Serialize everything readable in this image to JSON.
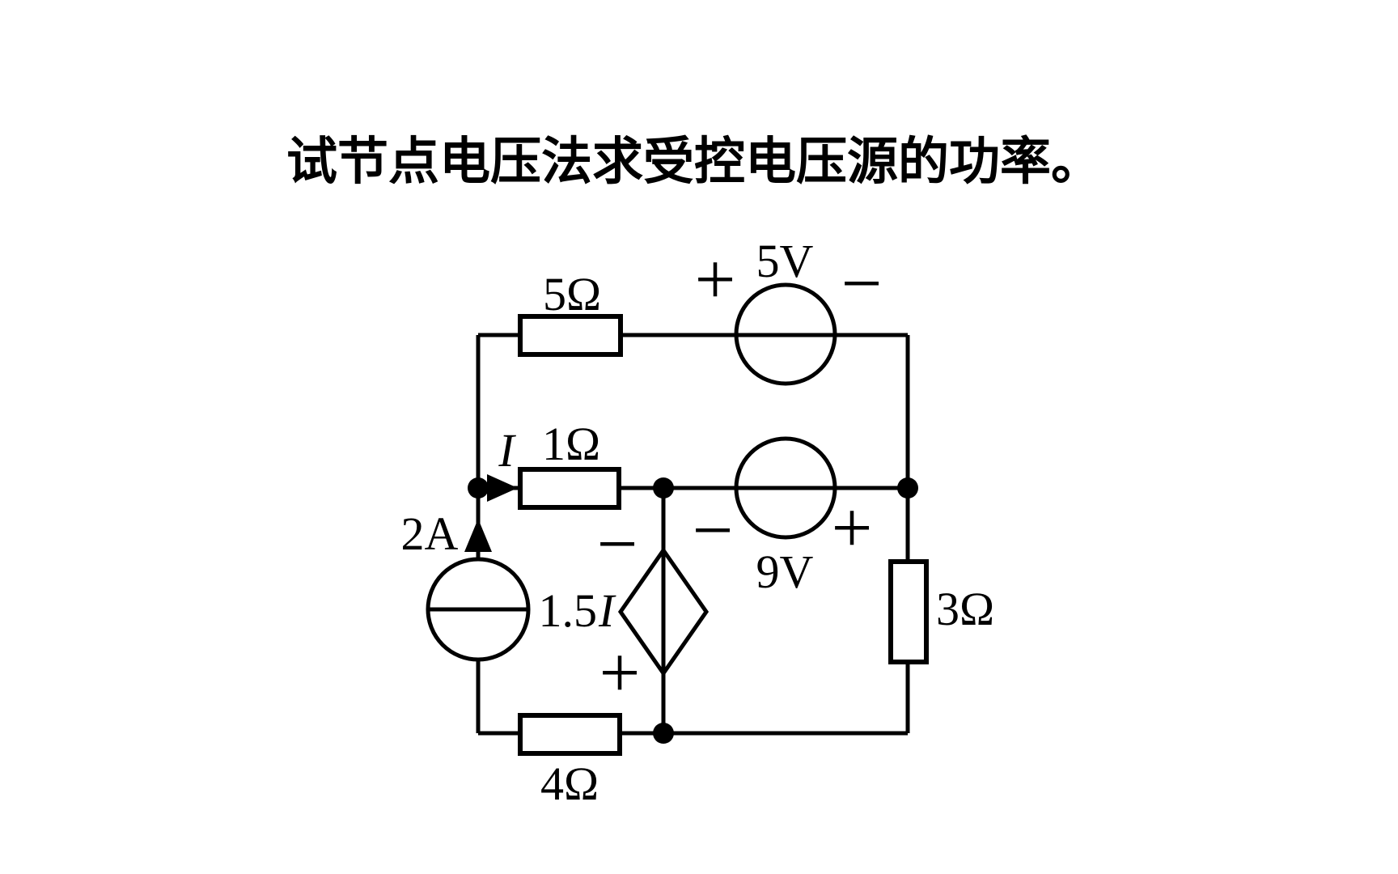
{
  "title": "试节点电压法求受控电压源的功率。",
  "colors": {
    "ink": "#000000",
    "background": "#ffffff"
  },
  "circuit": {
    "resistors": [
      {
        "position": "top",
        "value": "5Ω"
      },
      {
        "position": "middle",
        "value": "1Ω"
      },
      {
        "position": "right",
        "value": "3Ω"
      },
      {
        "position": "bottom",
        "value": "4Ω"
      }
    ],
    "sources": [
      {
        "type": "independent-voltage-source",
        "value": "5V",
        "polarity_left": "+",
        "polarity_right": "−"
      },
      {
        "type": "independent-voltage-source",
        "value": "9V",
        "polarity_left": "−",
        "polarity_right": "+"
      },
      {
        "type": "independent-current-source",
        "value": "2A",
        "direction": "up"
      },
      {
        "type": "controlled-voltage-source",
        "coefficient": "1.5",
        "control_variable": "I",
        "polarity_top": "−",
        "polarity_bottom": "+"
      }
    ],
    "controlled_current_label": "I"
  }
}
